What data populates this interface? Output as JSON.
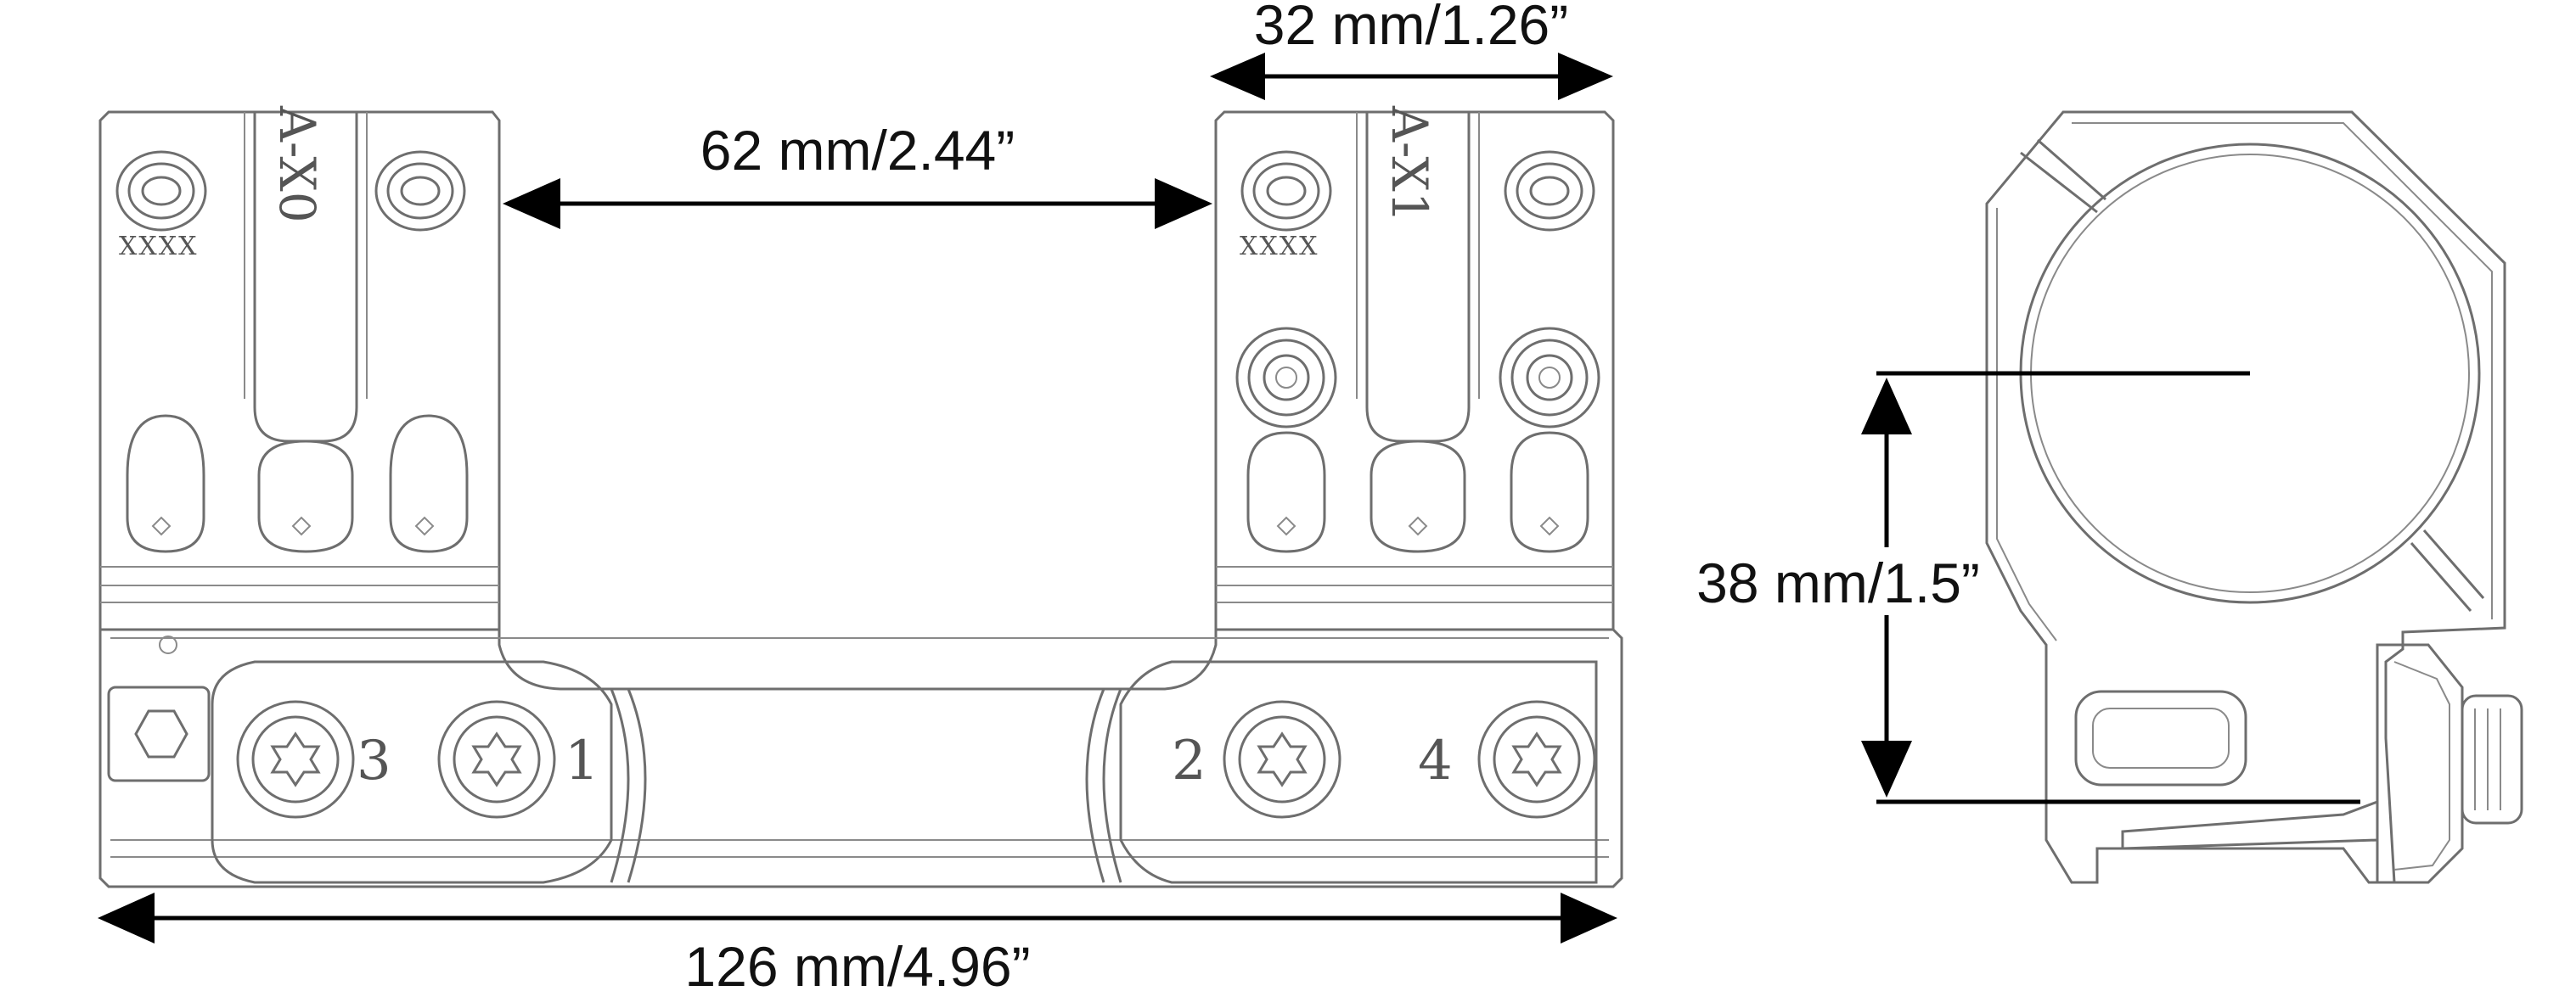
{
  "dimensions": {
    "ring_width": "32 mm/1.26”",
    "ring_spacing": "62 mm/2.44”",
    "total_length": "126 mm/4.96”",
    "center_height": "38 mm/1.5”"
  },
  "front_ring": {
    "marking": "A-X0",
    "serial": "XXXX"
  },
  "rear_ring": {
    "marking": "A-X1",
    "serial": "XXXX"
  },
  "base_screws": {
    "s1": "1",
    "s2": "2",
    "s3": "3",
    "s4": "4"
  },
  "colors": {
    "line": "#6e6e6e",
    "dimension": "#000000"
  }
}
